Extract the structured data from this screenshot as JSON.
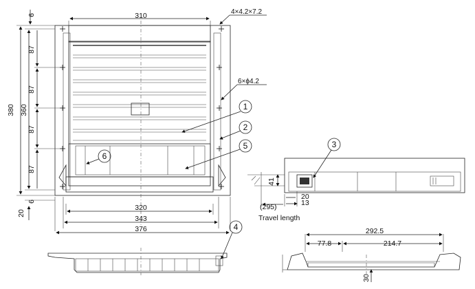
{
  "top_view": {
    "dims": {
      "width_310": "310",
      "mount_slots": "4×4.2×7.2",
      "mount_holes": "6×ϕ4.2",
      "pitch_87_a": "87",
      "pitch_87_b": "87",
      "pitch_87_c": "87",
      "pitch_87_d": "87",
      "top_6": "6",
      "bottom_6": "6",
      "bottom_20": "20",
      "height_380": "380",
      "height_360": "360",
      "width_320": "320",
      "width_343": "343",
      "width_376": "376"
    },
    "callouts": {
      "c1": "1",
      "c2": "2",
      "c5": "5",
      "c6": "6"
    }
  },
  "side_view": {
    "dims": {
      "dim_41": "41",
      "dim_20": "20",
      "dim_13": "13",
      "travel_value": "(295)",
      "travel_label": "Travel length"
    },
    "callouts": {
      "c3": "3"
    }
  },
  "front_view": {
    "callouts": {
      "c4": "4"
    }
  },
  "section_view": {
    "dims": {
      "dim_292_5": "292.5",
      "dim_77_8": "77.8",
      "dim_214_7": "214.7",
      "dim_30": "30"
    }
  }
}
